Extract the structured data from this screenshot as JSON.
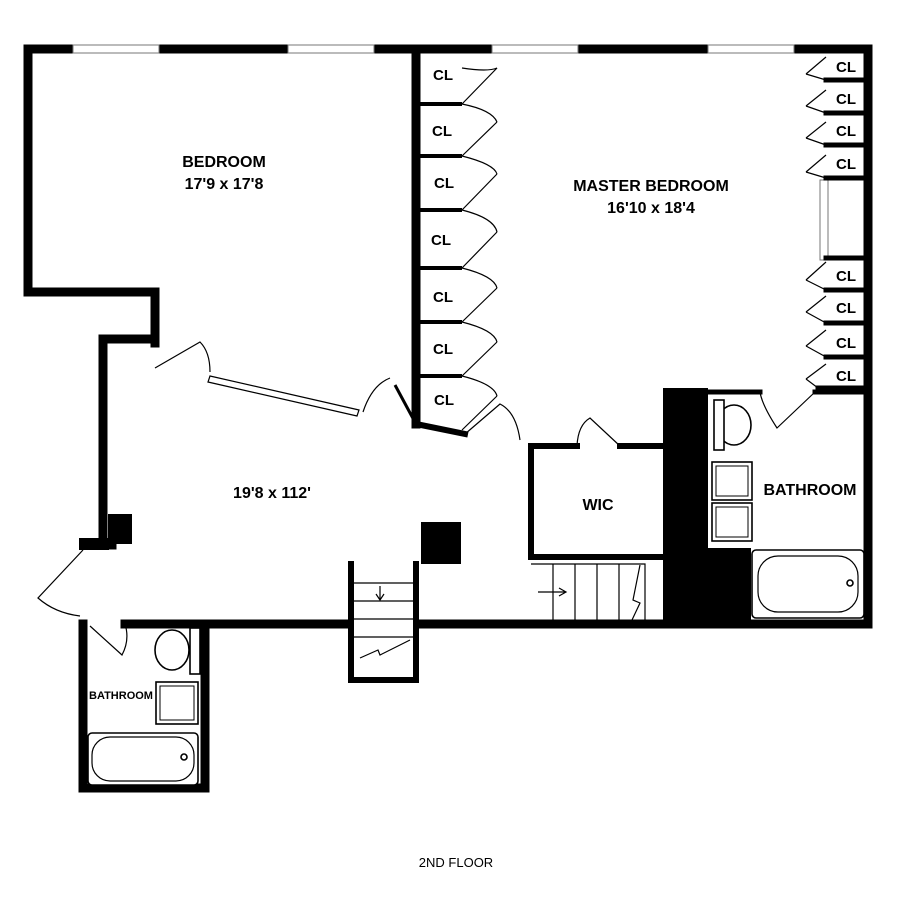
{
  "floor_label": "2ND FLOOR",
  "rooms": {
    "bedroom": {
      "name": "BEDROOM",
      "size": "17'9 x 17'8"
    },
    "master_bedroom": {
      "name": "MASTER BEDROOM",
      "size": "16'10 x 18'4"
    },
    "hall": {
      "size": "19'8 x 112'"
    },
    "wic": {
      "name": "WIC"
    },
    "bathroom_right": {
      "name": "BATHROOM"
    },
    "bathroom_left": {
      "name": "BATHROOM"
    }
  },
  "closet_label": "CL"
}
